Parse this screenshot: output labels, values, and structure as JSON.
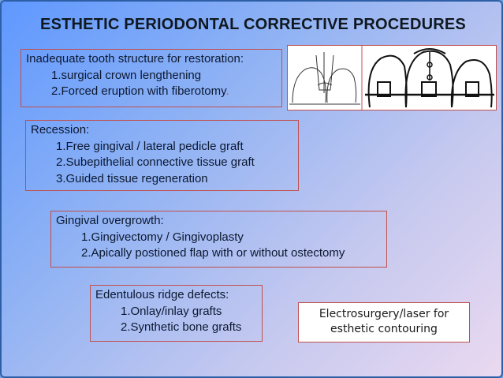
{
  "slide": {
    "title": "ESTHETIC PERIODONTAL CORRECTIVE PROCEDURES",
    "sections": [
      {
        "heading": "Inadequate tooth structure for restoration:",
        "items": [
          "1.surgical crown lengthening",
          "2.Forced eruption with fiberotomy"
        ],
        "trailing_mark": "."
      },
      {
        "heading": "Recession:",
        "items": [
          "1.Free gingival / lateral pedicle graft",
          "2.Subepithelial connective tissue graft",
          "3.Guided tissue regeneration"
        ]
      },
      {
        "heading": "Gingival overgrowth:",
        "items": [
          "1.Gingivectomy / Gingivoplasty",
          "2.Apically postioned flap with or without ostectomy"
        ]
      },
      {
        "heading": "Edentulous ridge defects:",
        "items": [
          "1.Onlay/inlay grafts",
          "2.Synthetic bone grafts"
        ]
      }
    ],
    "callout": {
      "line1": "Electrosurgery/laser for",
      "line2": "esthetic contouring"
    },
    "figure": {
      "description_icon": "orthodontic-forced-eruption-illustration"
    },
    "colors": {
      "box_border": "#c0504d",
      "title_text": "#101820"
    }
  }
}
